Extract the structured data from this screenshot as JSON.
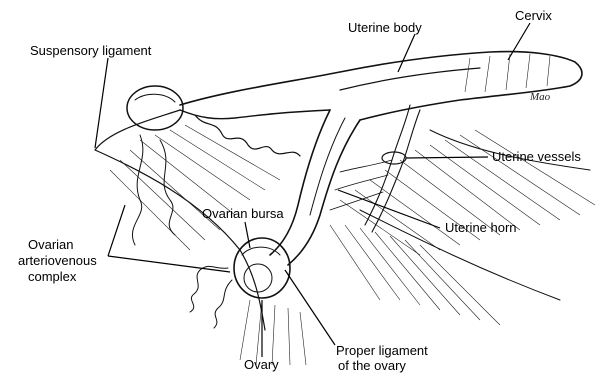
{
  "labels": {
    "suspensory_ligament": "Suspensory ligament",
    "uterine_body": "Uterine body",
    "cervix": "Cervix",
    "uterine_vessels": "Uterine vessels",
    "uterine_horn": "Uterine horn",
    "ovarian_bursa": "Ovarian bursa",
    "ovarian_av_complex_1": "Ovarian",
    "ovarian_av_complex_2": "arteriovenous",
    "ovarian_av_complex_3": "complex",
    "ovary": "Ovary",
    "proper_ligament_1": "Proper ligament",
    "proper_ligament_2": "of the ovary"
  },
  "signature": "Mao"
}
